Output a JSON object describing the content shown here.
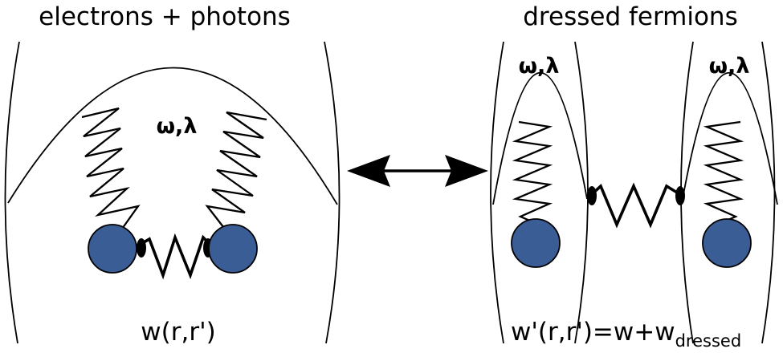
{
  "left_panel": {
    "title": "electrons + photons",
    "mode_label": "ω,λ",
    "interaction_label": "w(r,r')"
  },
  "right_panel": {
    "title": "dressed fermions",
    "mode_label_left": "ω,λ",
    "mode_label_right": "ω,λ",
    "interaction_label_main": "w'(r,r')=w+w",
    "interaction_label_sub": "dressed"
  },
  "colors": {
    "particle_fill": "#3b5d96",
    "line": "#000000"
  },
  "icons": {
    "equivalence_arrow": "double-headed-arrow-icon"
  }
}
